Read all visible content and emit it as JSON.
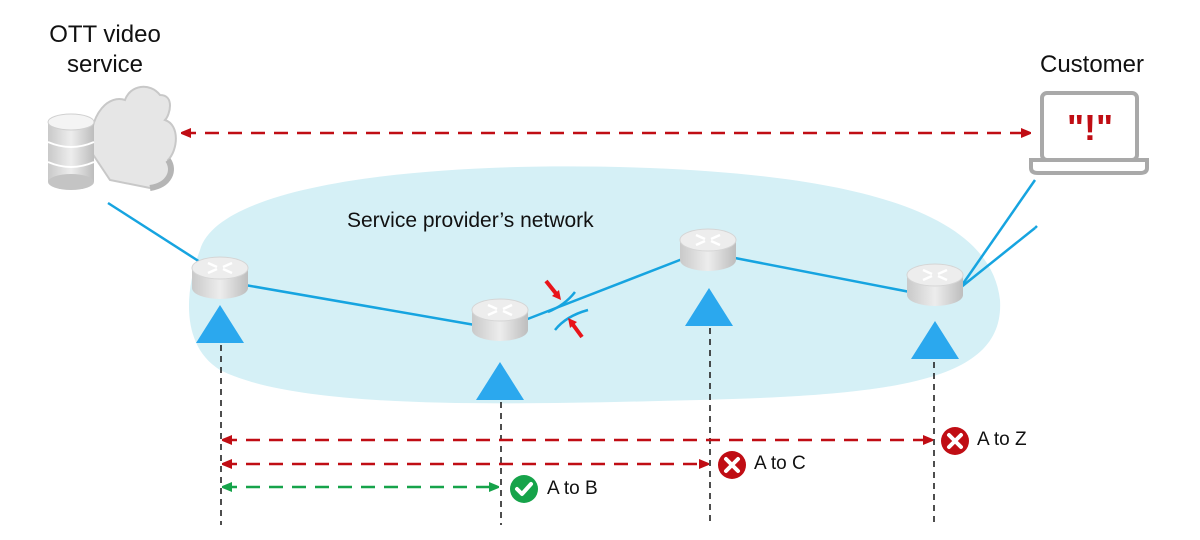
{
  "labels": {
    "ott_service_line1": "OTT video",
    "ott_service_line2": "service",
    "customer": "Customer",
    "network": "Service provider’s network",
    "laptop_alert": "\"!\""
  },
  "tests": [
    {
      "label": "A to Z",
      "status": "fail"
    },
    {
      "label": "A to C",
      "status": "fail"
    },
    {
      "label": "A to B",
      "status": "pass"
    }
  ],
  "colors": {
    "network_fill": "#d5f0f6",
    "link": "#16a4e0",
    "probe": "#2ba8ee",
    "fail": "#c00d14",
    "pass": "#16a34a",
    "impairment": "#e8141a"
  },
  "icons": {
    "service": "database-cloud-icon",
    "customer": "laptop-alert-icon",
    "router": "router-icon",
    "probe": "triangle-probe-icon",
    "pass": "check-circle-icon",
    "fail": "x-circle-icon"
  }
}
